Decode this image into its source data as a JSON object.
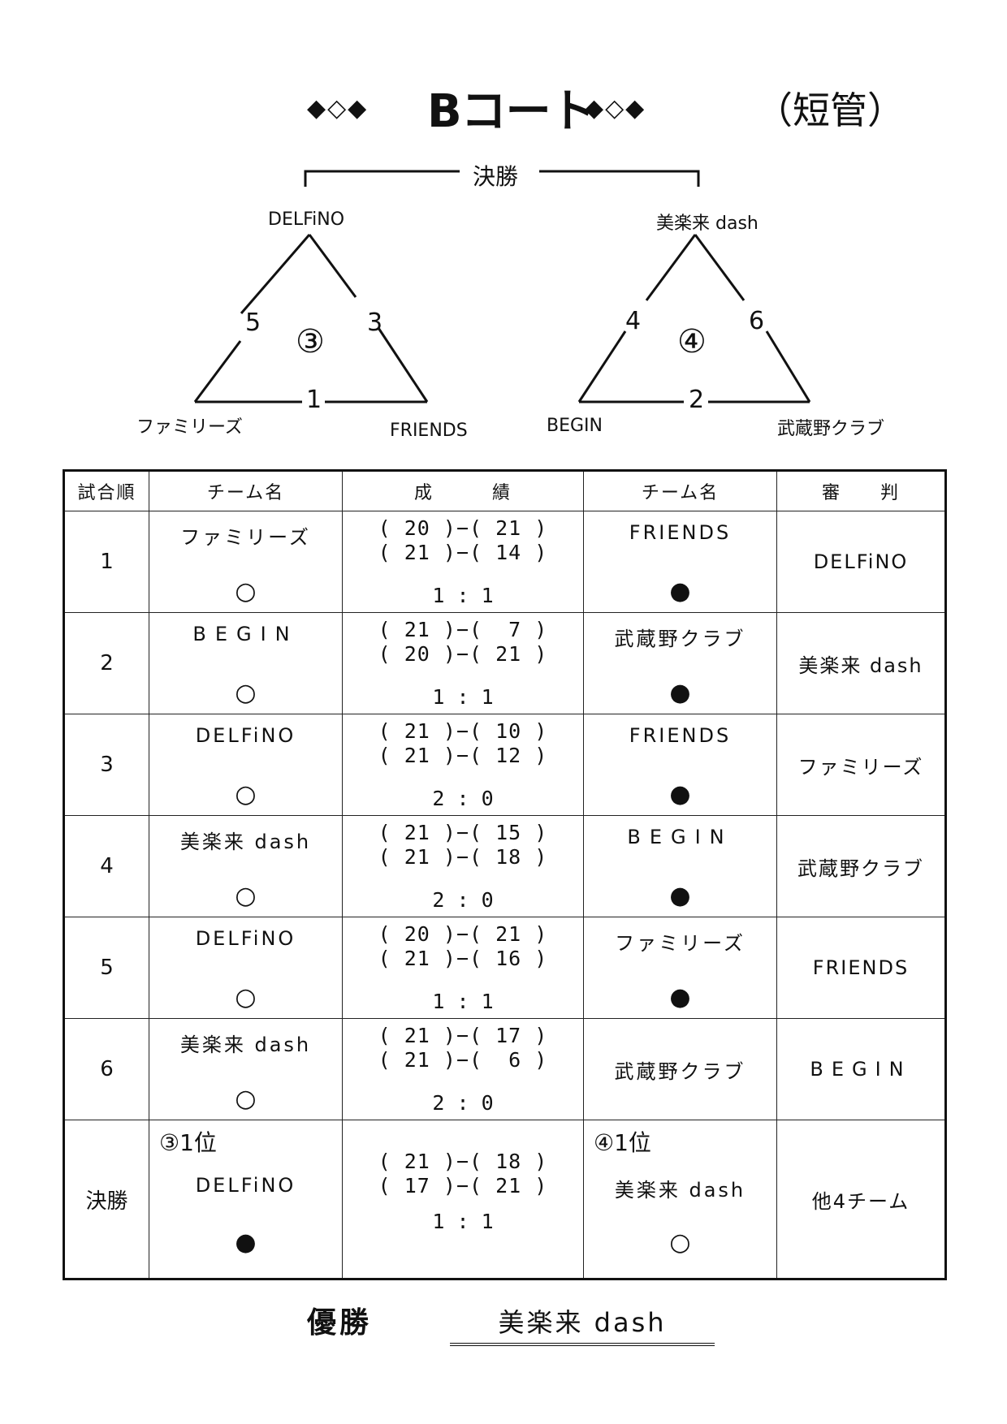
{
  "header": {
    "deco_left": "◆◇◆",
    "court": "Bコート",
    "deco_right": "◆◇◆",
    "type": "（短管）"
  },
  "bracket": {
    "final_label": "決勝",
    "groups": [
      {
        "id": "③",
        "top": "DELFiNO",
        "bottom_left": "ファミリーズ",
        "bottom_right": "FRIENDS",
        "left_edge": "5",
        "right_edge": "3",
        "bottom_edge": "1"
      },
      {
        "id": "④",
        "top": "美楽来 dash",
        "bottom_left": "BEGIN",
        "bottom_right": "武蔵野クラブ",
        "left_edge": "4",
        "right_edge": "6",
        "bottom_edge": "2"
      }
    ]
  },
  "table": {
    "headers": {
      "order": "試合順",
      "team1": "チーム名",
      "result": "成　　　績",
      "team2": "チーム名",
      "referee": "審　　判"
    },
    "rows": [
      {
        "order": "1",
        "team1": "ファミリーズ",
        "mark1": "○",
        "game1": "( 20 )−( 21 )",
        "game2": "( 21 )−( 14 )",
        "tally": "1 : 1",
        "team2": "FRIENDS",
        "mark2": "●",
        "referee": "DELFiNO"
      },
      {
        "order": "2",
        "team1": "BEGIN",
        "mark1": "○",
        "game1": "( 21 )−(  7 )",
        "game2": "( 20 )−( 21 )",
        "tally": "1 : 1",
        "team2": "武蔵野クラブ",
        "mark2": "●",
        "referee": "美楽来 dash"
      },
      {
        "order": "3",
        "team1": "DELFiNO",
        "mark1": "○",
        "game1": "( 21 )−( 10 )",
        "game2": "( 21 )−( 12 )",
        "tally": "2 : 0",
        "team2": "FRIENDS",
        "mark2": "●",
        "referee": "ファミリーズ"
      },
      {
        "order": "4",
        "team1": "美楽来 dash",
        "mark1": "○",
        "game1": "( 21 )−( 15 )",
        "game2": "( 21 )−( 18 )",
        "tally": "2 : 0",
        "team2": "BEGIN",
        "mark2": "●",
        "referee": "武蔵野クラブ"
      },
      {
        "order": "5",
        "team1": "DELFiNO",
        "mark1": "○",
        "game1": "( 20 )−( 21 )",
        "game2": "( 21 )−( 16 )",
        "tally": "1 : 1",
        "team2": "ファミリーズ",
        "mark2": "●",
        "referee": "FRIENDS"
      },
      {
        "order": "6",
        "team1": "美楽来 dash",
        "mark1": "○",
        "game1": "( 21 )−( 17 )",
        "game2": "( 21 )−(  6 )",
        "tally": "2 : 0",
        "team2": "武蔵野クラブ",
        "mark2": "",
        "referee": "BEGIN"
      }
    ],
    "final": {
      "order": "決勝",
      "seed1": "③1位",
      "team1": "DELFiNO",
      "mark1": "●",
      "game1": "( 21 )−( 18 )",
      "game2": "( 17 )−( 21 )",
      "tally": "1 : 1",
      "seed2": "④1位",
      "team2": "美楽来 dash",
      "mark2": "○",
      "referee": "他4チーム"
    }
  },
  "champion": {
    "label": "優勝",
    "team": "美楽来 dash"
  }
}
